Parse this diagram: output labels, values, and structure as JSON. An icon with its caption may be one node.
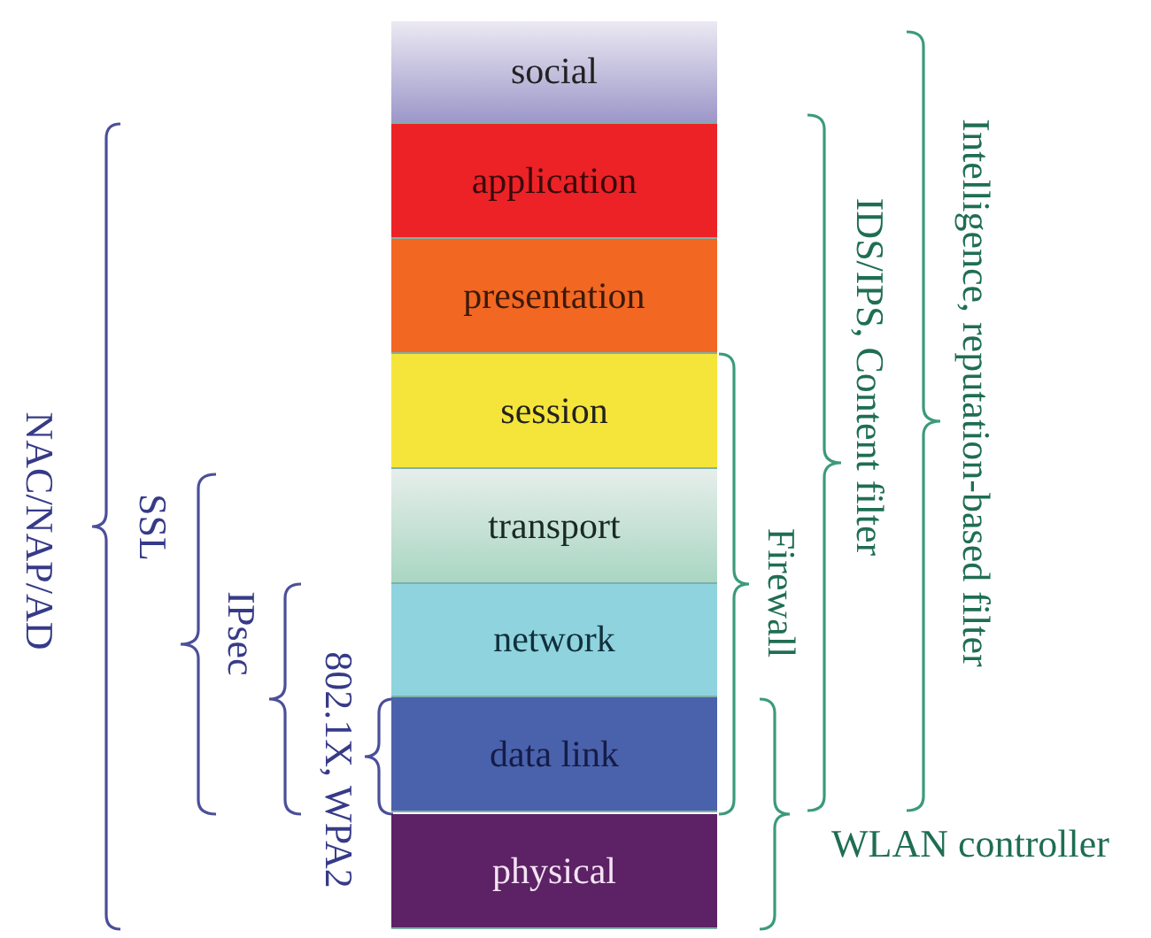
{
  "diagram": {
    "nodes": [
      {
        "text": [
          "social"
        ]
      },
      {
        "text": [
          "application"
        ]
      },
      {
        "text": [
          "presentation"
        ]
      },
      {
        "text": [
          "session"
        ]
      },
      {
        "text": [
          "transport"
        ]
      },
      {
        "text": [
          "network"
        ]
      },
      {
        "text": [
          "data link"
        ]
      },
      {
        "text": [
          "physical"
        ]
      }
    ],
    "labels": [
      "NAC/NAP/AD",
      "SSL",
      "IPsec",
      "802.1X, WPA2",
      "Firewall",
      "IDS/IPS, Content filter",
      "Intelligence, reputation-based filter",
      "WLAN controller"
    ]
  }
}
